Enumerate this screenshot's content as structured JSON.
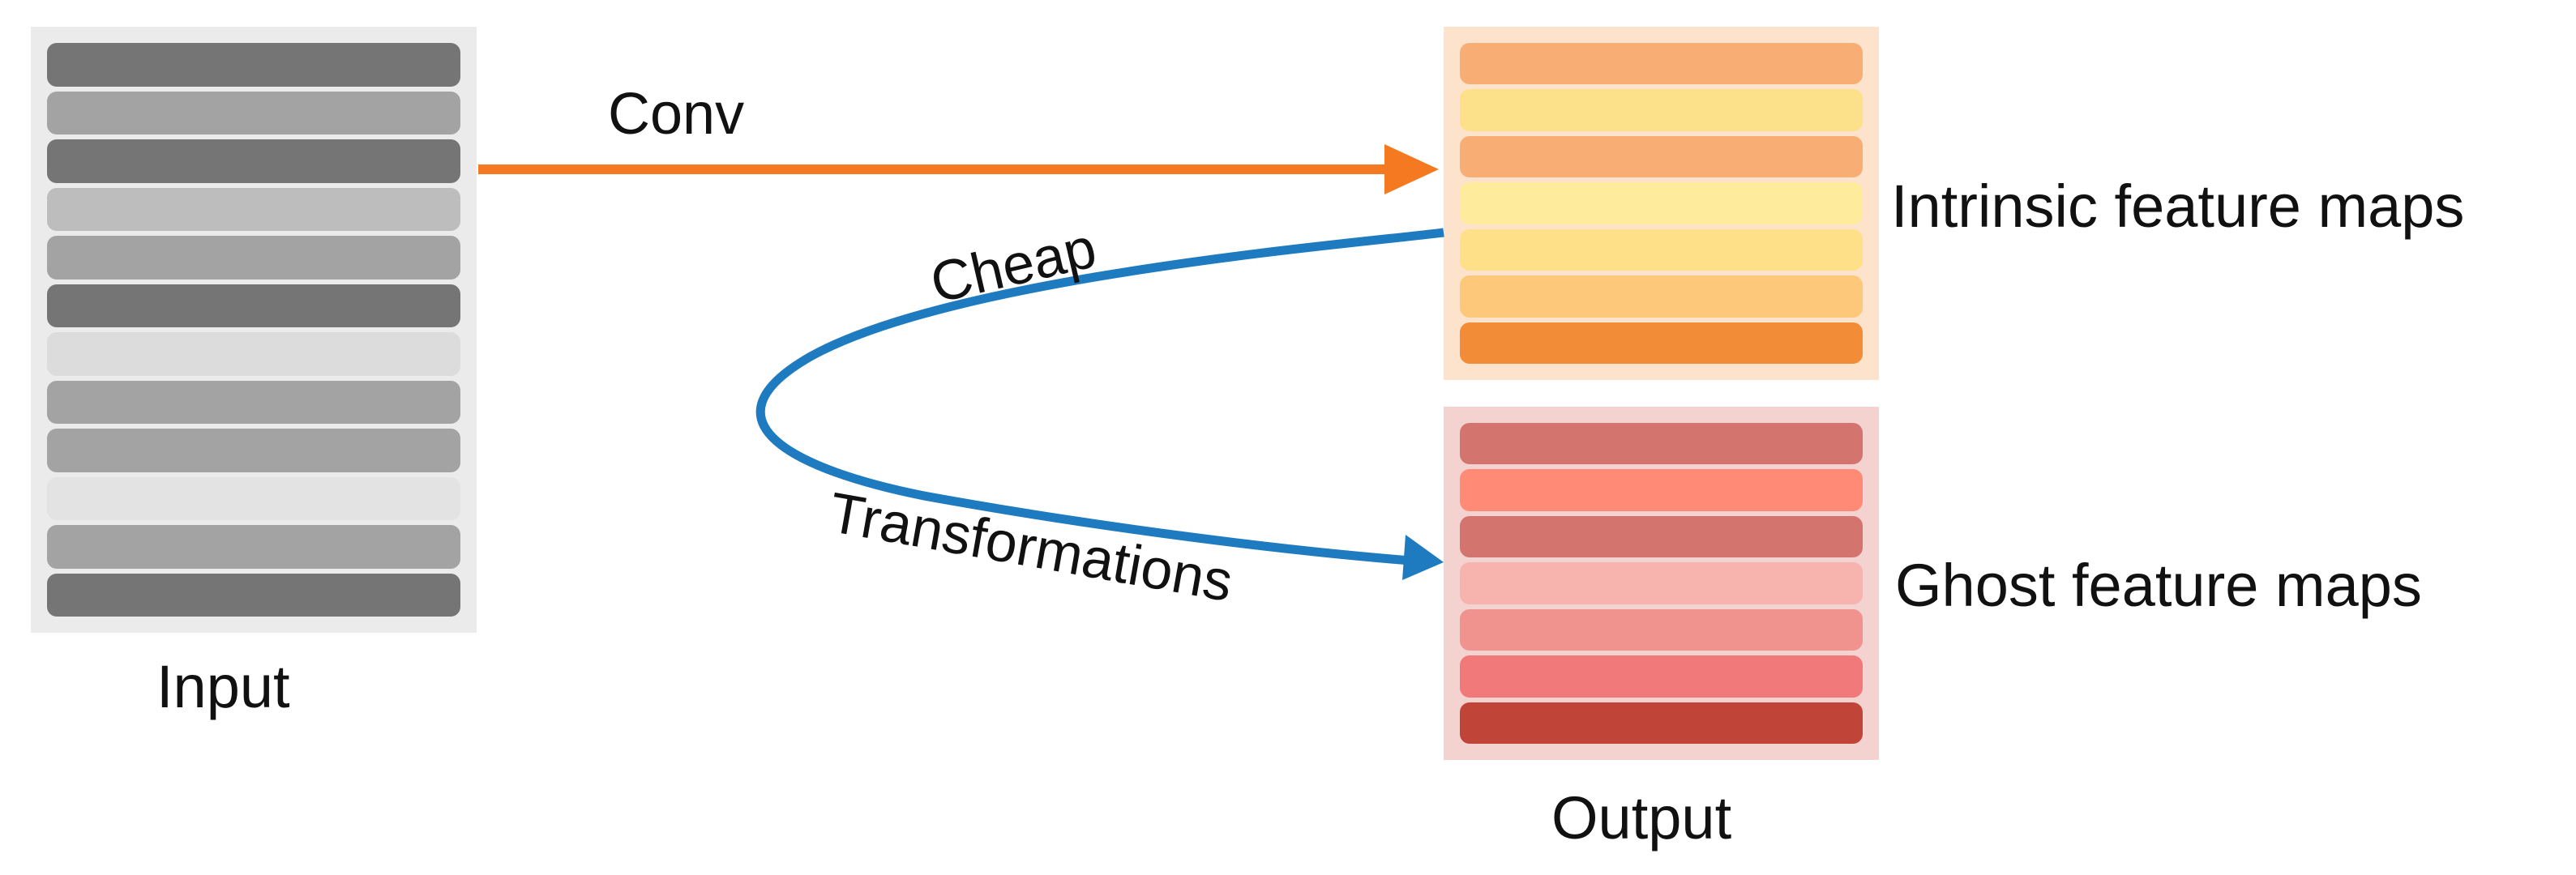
{
  "input": {
    "label": "Input",
    "background": "#ebebeb",
    "bar_colors": [
      "#757575",
      "#a3a3a3",
      "#757575",
      "#bdbdbd",
      "#a3a3a3",
      "#757575",
      "#dcdcdc",
      "#a3a3a3",
      "#a3a3a3",
      "#e3e3e3",
      "#a3a3a3",
      "#757575"
    ]
  },
  "intrinsic": {
    "label": "Intrinsic feature maps",
    "background": "#fde3cc",
    "bar_colors": [
      "#f7ad73",
      "#fde08a",
      "#f7ad73",
      "#feeb9c",
      "#fee088",
      "#fdc879",
      "#f28c36"
    ]
  },
  "ghost": {
    "label": "Ghost feature maps",
    "background": "#f4d2d0",
    "bar_colors": [
      "#d4746e",
      "#ff8a75",
      "#d4746e",
      "#f7b4ae",
      "#f0938e",
      "#f2797a",
      "#c04438"
    ]
  },
  "output_label": "Output",
  "arrows": {
    "conv": {
      "label": "Conv",
      "color": "#f47920"
    },
    "cheap": {
      "label_1": "Cheap",
      "label_2": "Transformations",
      "color": "#1f7bc0"
    }
  }
}
